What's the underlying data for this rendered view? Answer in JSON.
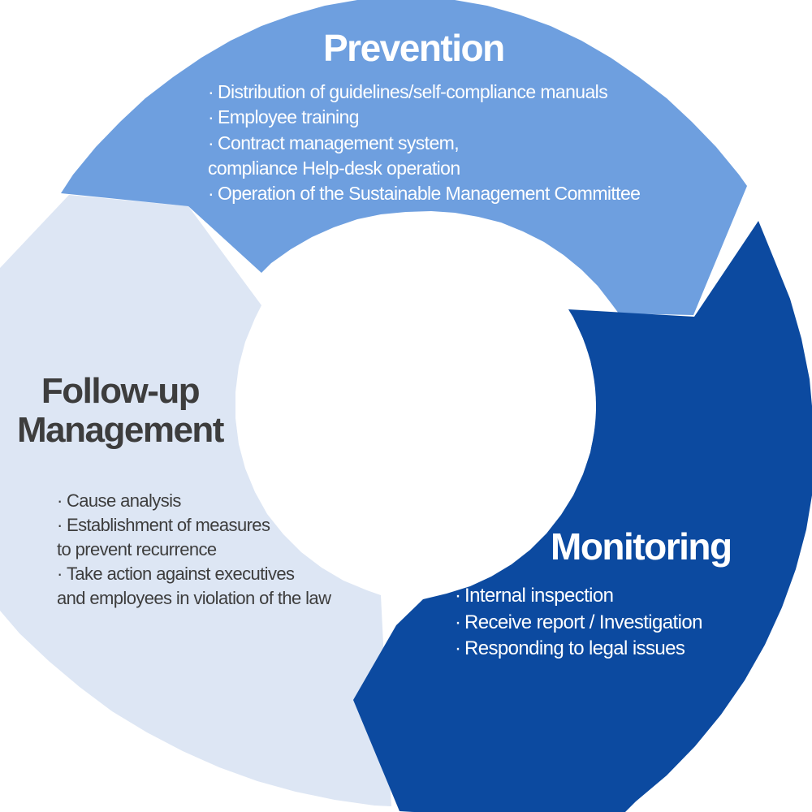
{
  "colors": {
    "prevention": "#6e9fdf",
    "monitoring": "#0c4aa0",
    "followup": "#dde6f4",
    "dark_text": "#3d3d3d",
    "light_text": "#ffffff"
  },
  "prevention": {
    "title": "Prevention",
    "items": [
      "Distribution of guidelines/self-compliance manuals",
      "Employee training",
      "Contract management system,",
      "compliance Help-desk operation",
      "Operation of the Sustainable Management Committee"
    ]
  },
  "monitoring": {
    "title": "Monitoring",
    "items": [
      "Internal inspection",
      "Receive report / Investigation",
      "Responding to legal issues"
    ]
  },
  "followup": {
    "title_line1": "Follow-up",
    "title_line2": "Management",
    "items": [
      "Cause analysis",
      "Establishment of measures",
      "to prevent recurrence",
      "Take action against executives",
      "and employees in violation of the law"
    ]
  }
}
